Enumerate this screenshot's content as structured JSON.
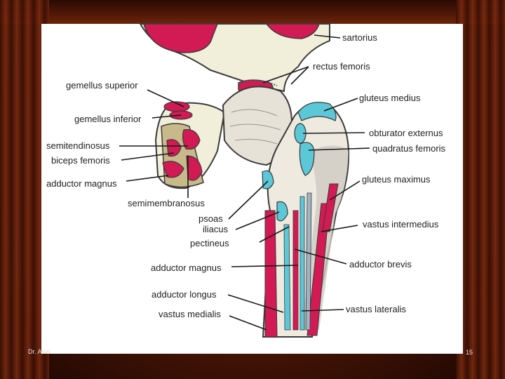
{
  "labels": {
    "sartorius": "sartorius",
    "rectus_femoris": "rectus femoris",
    "gemellus_superior": "gemellus superior",
    "gemellus_inferior": "gemellus inferior",
    "gluteus_medius": "gluteus medius",
    "obturator_externus": "obturator externus",
    "quadratus_femoris": "quadratus femoris",
    "semitendinosus": "semitendinosus",
    "biceps_femoris": "biceps femoris",
    "adductor_magnus_top": "adductor magnus",
    "semimembranosus": "semimembranosus",
    "gluteus_maximus": "gluteus maximus",
    "psoas": "psoas",
    "iliacus": "iliacus",
    "pectineus": "pectineus",
    "vastus_intermedius": "vastus intermedius",
    "adductor_magnus_bottom": "adductor magnus",
    "adductor_brevis": "adductor brevis",
    "adductor_longus": "adductor longus",
    "vastus_lateralis": "vastus lateralis",
    "vastus_medialis": "vastus medialis"
  },
  "footer": {
    "author": "Dr. Adel",
    "page_number": "15"
  },
  "colors": {
    "muscle_red": "#d21a55",
    "muscle_blue": "#5cc7d6",
    "bone_light": "#eeeae0",
    "bone_shade": "#cfcbc2",
    "hip_cream": "#f1eeda",
    "tuber_tan": "#c8b98a"
  }
}
